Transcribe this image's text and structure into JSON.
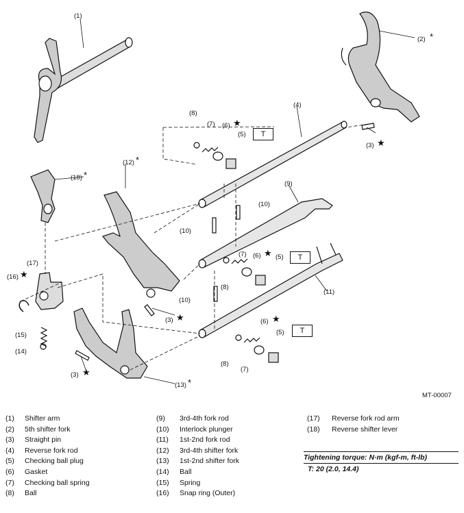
{
  "figure_id": "MT-00007",
  "callouts": {
    "c1": "(1)",
    "c2": "(2)",
    "c3a": "(3)",
    "c3b": "(3)",
    "c3c": "(3)",
    "c4": "(4)",
    "c5a": "(5)",
    "c5b": "(5)",
    "c5c": "(5)",
    "c6a": "(6)",
    "c6b": "(6)",
    "c6c": "(6)",
    "c7a": "(7)",
    "c7b": "(7)",
    "c7c": "(7)",
    "c8a": "(8)",
    "c8b": "(8)",
    "c8c": "(8)",
    "c9": "(9)",
    "c10a": "(10)",
    "c10b": "(10)",
    "c10c": "(10)",
    "c11": "(11)",
    "c12": "(12)",
    "c13": "(13)",
    "c14": "(14)",
    "c15": "(15)",
    "c16": "(16)",
    "c17": "(17)",
    "c18": "(18)",
    "t": "T",
    "star_black": "★",
    "asterisk": "*"
  },
  "legend": [
    {
      "num": "(1)",
      "label": "Shifter arm"
    },
    {
      "num": "(2)",
      "label": "5th shifter fork"
    },
    {
      "num": "(3)",
      "label": "Straight pin"
    },
    {
      "num": "(4)",
      "label": "Reverse fork rod"
    },
    {
      "num": "(5)",
      "label": "Checking ball plug"
    },
    {
      "num": "(6)",
      "label": "Gasket"
    },
    {
      "num": "(7)",
      "label": "Checking ball spring"
    },
    {
      "num": "(8)",
      "label": "Ball"
    },
    {
      "num": "(9)",
      "label": "3rd-4th fork rod"
    },
    {
      "num": "(10)",
      "label": "Interlock plunger"
    },
    {
      "num": "(11)",
      "label": "1st-2nd fork rod"
    },
    {
      "num": "(12)",
      "label": "3rd-4th shifter fork"
    },
    {
      "num": "(13)",
      "label": "1st-2nd shifter fork"
    },
    {
      "num": "(14)",
      "label": "Ball"
    },
    {
      "num": "(15)",
      "label": "Spring"
    },
    {
      "num": "(16)",
      "label": "Snap ring (Outer)"
    },
    {
      "num": "(17)",
      "label": "Reverse fork rod arm"
    },
    {
      "num": "(18)",
      "label": "Reverse shifter lever"
    }
  ],
  "torque": {
    "heading": "Tightening torque: N·m (kgf-m, ft-lb)",
    "value": "T:   20 (2.0, 14.4)"
  }
}
